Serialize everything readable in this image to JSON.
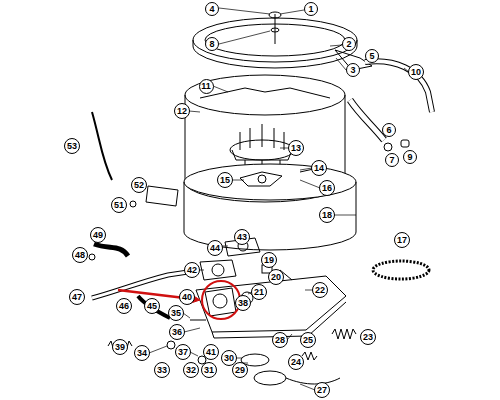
{
  "diagram": {
    "nodes": [
      {
        "text": [
          "4"
        ]
      },
      {
        "text": [
          "1"
        ]
      },
      {
        "text": [
          "8"
        ]
      },
      {
        "text": [
          "2"
        ]
      },
      {
        "text": [
          "5"
        ]
      },
      {
        "text": [
          "3"
        ]
      },
      {
        "text": [
          "10"
        ]
      },
      {
        "text": [
          "11"
        ]
      },
      {
        "text": [
          "12"
        ]
      },
      {
        "text": [
          "6"
        ]
      },
      {
        "text": [
          "53"
        ]
      },
      {
        "text": [
          "13"
        ]
      },
      {
        "text": [
          "9"
        ]
      },
      {
        "text": [
          "7"
        ]
      },
      {
        "text": [
          "14"
        ]
      },
      {
        "text": [
          "15"
        ]
      },
      {
        "text": [
          "52"
        ]
      },
      {
        "text": [
          "16"
        ]
      },
      {
        "text": [
          "51"
        ]
      },
      {
        "text": [
          "18"
        ]
      },
      {
        "text": [
          "49"
        ]
      },
      {
        "text": [
          "43"
        ]
      },
      {
        "text": [
          "17"
        ]
      },
      {
        "text": [
          "44"
        ]
      },
      {
        "text": [
          "48"
        ]
      },
      {
        "text": [
          "19"
        ]
      },
      {
        "text": [
          "42"
        ]
      },
      {
        "text": [
          "20"
        ]
      },
      {
        "text": [
          "22"
        ]
      },
      {
        "text": [
          "21"
        ]
      },
      {
        "text": [
          "40"
        ]
      },
      {
        "text": [
          "47"
        ]
      },
      {
        "text": [
          "38"
        ]
      },
      {
        "text": [
          "46"
        ]
      },
      {
        "text": [
          "45"
        ]
      },
      {
        "text": [
          "35"
        ]
      },
      {
        "text": [
          "36"
        ]
      },
      {
        "text": [
          "23"
        ]
      },
      {
        "text": [
          "28"
        ]
      },
      {
        "text": [
          "25"
        ]
      },
      {
        "text": [
          "39"
        ]
      },
      {
        "text": [
          "37"
        ]
      },
      {
        "text": [
          "34"
        ]
      },
      {
        "text": [
          "41"
        ]
      },
      {
        "text": [
          "30"
        ]
      },
      {
        "text": [
          "24"
        ]
      },
      {
        "text": [
          "33"
        ]
      },
      {
        "text": [
          "32"
        ]
      },
      {
        "text": [
          "31"
        ]
      },
      {
        "text": [
          "29"
        ]
      },
      {
        "text": [
          "27"
        ]
      }
    ]
  }
}
